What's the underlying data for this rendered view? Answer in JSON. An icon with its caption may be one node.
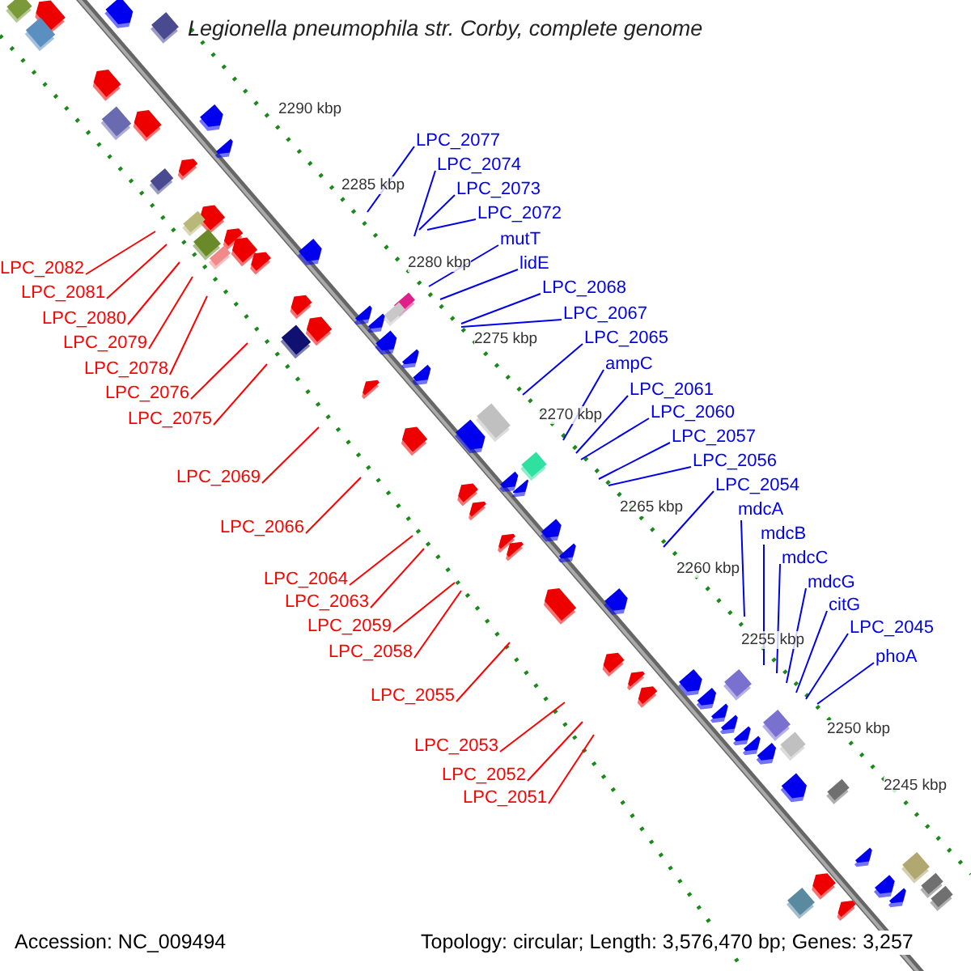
{
  "diagram": {
    "title": "Legionella pneumophila str. Corby, complete genome",
    "nodes": [
      {
        "text": [
          "LPC_2082"
        ]
      },
      {
        "text": [
          "LPC_2081"
        ]
      },
      {
        "text": [
          "LPC_2080"
        ]
      },
      {
        "text": [
          "LPC_2079"
        ]
      },
      {
        "text": [
          "LPC_2078"
        ]
      },
      {
        "text": [
          "LPC_2076"
        ]
      },
      {
        "text": [
          "LPC_2075"
        ]
      },
      {
        "text": [
          "LPC_2069"
        ]
      },
      {
        "text": [
          "LPC_2066"
        ]
      },
      {
        "text": [
          "LPC_2064"
        ]
      },
      {
        "text": [
          "LPC_2063"
        ]
      },
      {
        "text": [
          "LPC_2059"
        ]
      },
      {
        "text": [
          "LPC_2058"
        ]
      },
      {
        "text": [
          "LPC_2055"
        ]
      },
      {
        "text": [
          "LPC_2053"
        ]
      },
      {
        "text": [
          "LPC_2052"
        ]
      },
      {
        "text": [
          "LPC_2051"
        ]
      },
      {
        "text": [
          "LPC_2077"
        ]
      },
      {
        "text": [
          "LPC_2074"
        ]
      },
      {
        "text": [
          "LPC_2073"
        ]
      },
      {
        "text": [
          "LPC_2072"
        ]
      },
      {
        "text": [
          "mutT"
        ]
      },
      {
        "text": [
          "lidE"
        ]
      },
      {
        "text": [
          "LPC_2068"
        ]
      },
      {
        "text": [
          "LPC_2067"
        ]
      },
      {
        "text": [
          "LPC_2065"
        ]
      },
      {
        "text": [
          "ampC"
        ]
      },
      {
        "text": [
          "LPC_2061"
        ]
      },
      {
        "text": [
          "LPC_2060"
        ]
      },
      {
        "text": [
          "LPC_2057"
        ]
      },
      {
        "text": [
          "LPC_2056"
        ]
      },
      {
        "text": [
          "LPC_2054"
        ]
      },
      {
        "text": [
          "mdcA"
        ]
      },
      {
        "text": [
          "mdcB"
        ]
      },
      {
        "text": [
          "mdcC"
        ]
      },
      {
        "text": [
          "mdcG"
        ]
      },
      {
        "text": [
          "citG"
        ]
      },
      {
        "text": [
          "LPC_2045"
        ]
      },
      {
        "text": [
          "phoA"
        ]
      }
    ],
    "edges": [
      {
        "from": 0,
        "to": null,
        "arrow": "none",
        "color": "#ff0000"
      },
      {
        "from": 1,
        "to": null,
        "arrow": "none",
        "color": "#ff0000"
      },
      {
        "from": 2,
        "to": null,
        "arrow": "none",
        "color": "#ff0000"
      },
      {
        "from": 3,
        "to": null,
        "arrow": "none",
        "color": "#ff0000"
      },
      {
        "from": 4,
        "to": null,
        "arrow": "none",
        "color": "#ff0000"
      },
      {
        "from": 5,
        "to": null,
        "arrow": "none",
        "color": "#ff0000"
      },
      {
        "from": 6,
        "to": null,
        "arrow": "none",
        "color": "#ff0000"
      },
      {
        "from": 7,
        "to": null,
        "arrow": "none",
        "color": "#ff0000"
      },
      {
        "from": 8,
        "to": null,
        "arrow": "none",
        "color": "#ff0000"
      },
      {
        "from": 9,
        "to": null,
        "arrow": "none",
        "color": "#ff0000"
      },
      {
        "from": 10,
        "to": null,
        "arrow": "none",
        "color": "#ff0000"
      },
      {
        "from": 11,
        "to": null,
        "arrow": "none",
        "color": "#ff0000"
      },
      {
        "from": 12,
        "to": null,
        "arrow": "none",
        "color": "#ff0000"
      },
      {
        "from": 13,
        "to": null,
        "arrow": "none",
        "color": "#ff0000"
      },
      {
        "from": 14,
        "to": null,
        "arrow": "none",
        "color": "#ff0000"
      },
      {
        "from": 15,
        "to": null,
        "arrow": "none",
        "color": "#ff0000"
      },
      {
        "from": 16,
        "to": null,
        "arrow": "none",
        "color": "#ff0000"
      },
      {
        "from": 17,
        "to": null,
        "arrow": "none"
      },
      {
        "from": 18,
        "to": null,
        "arrow": "none"
      },
      {
        "from": 19,
        "to": null,
        "arrow": "none"
      },
      {
        "from": 20,
        "to": null,
        "arrow": "none"
      },
      {
        "from": 21,
        "to": null,
        "arrow": "none"
      },
      {
        "from": 22,
        "to": null,
        "arrow": "none"
      },
      {
        "from": 23,
        "to": null,
        "arrow": "none"
      },
      {
        "from": 24,
        "to": null,
        "arrow": "none"
      },
      {
        "from": 25,
        "to": null,
        "arrow": "none"
      },
      {
        "from": 26,
        "to": null,
        "arrow": "none"
      },
      {
        "from": 27,
        "to": null,
        "arrow": "none"
      },
      {
        "from": 28,
        "to": null,
        "arrow": "none"
      },
      {
        "from": 29,
        "to": null,
        "arrow": "none"
      },
      {
        "from": 30,
        "to": null,
        "arrow": "none"
      },
      {
        "from": 31,
        "to": null,
        "arrow": "none"
      },
      {
        "from": 32,
        "to": null,
        "arrow": "none"
      },
      {
        "from": 33,
        "to": null,
        "arrow": "none"
      },
      {
        "from": 34,
        "to": null,
        "arrow": "none"
      },
      {
        "from": 35,
        "to": null,
        "arrow": "none"
      },
      {
        "from": 36,
        "to": null,
        "arrow": "none"
      },
      {
        "from": 37,
        "to": null,
        "arrow": "none"
      },
      {
        "from": 38,
        "to": null,
        "arrow": "none"
      }
    ],
    "labels": [
      "2290 kbp",
      "2285 kbp",
      "2280 kbp",
      "2275 kbp",
      "2270 kbp",
      "2265 kbp",
      "2260 kbp",
      "2255 kbp",
      "2250 kbp",
      "2245 kbp",
      "Accession: NC_009494",
      "Topology: circular; Length: 3,576,470 bp; Genes: 3,257"
    ]
  }
}
